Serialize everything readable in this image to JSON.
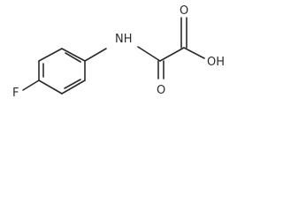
{
  "molecule": {
    "atoms": {
      "fluorine": "F",
      "amine": "NH",
      "carbonyl_oxygen": "O",
      "acid_oxygen": "O",
      "hydroxyl": "OH"
    }
  }
}
